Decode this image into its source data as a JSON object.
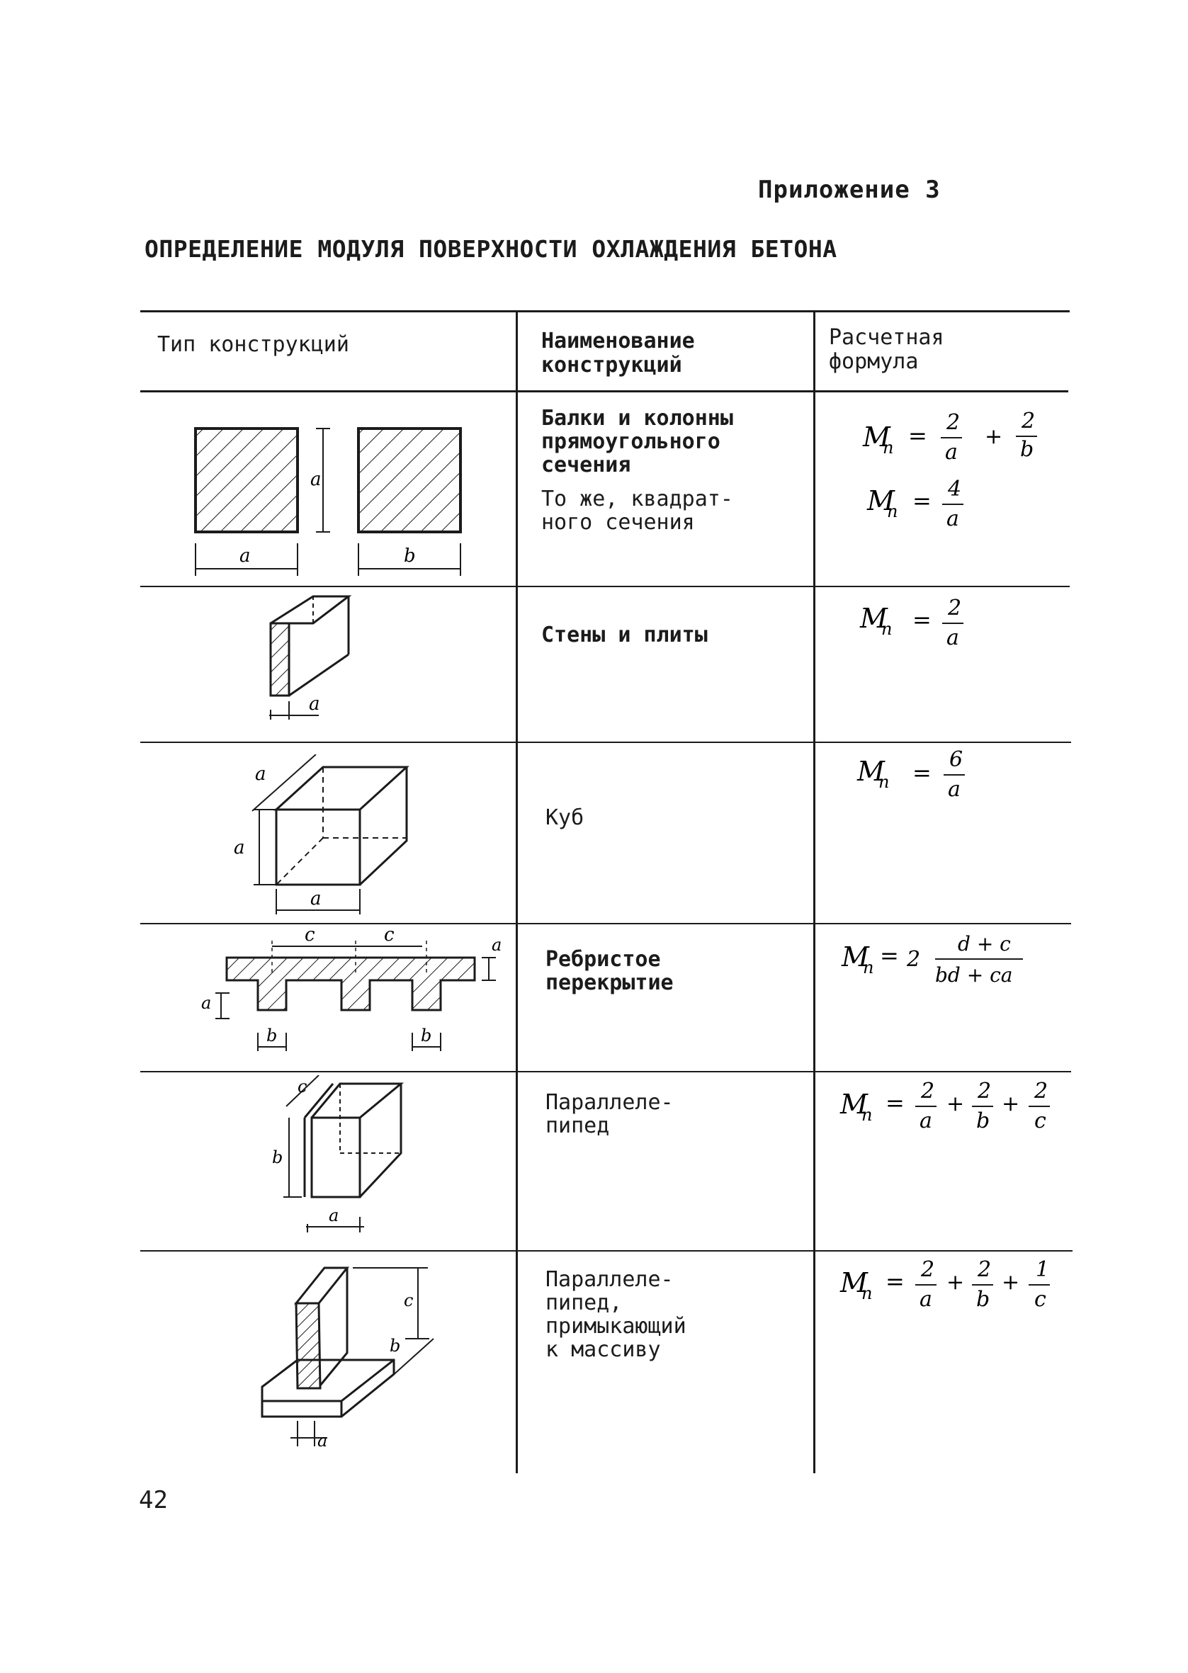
{
  "header": {
    "appendix": "Приложение 3",
    "title": "ОПРЕДЕЛЕНИЕ МОДУЛЯ ПОВЕРХНОСТИ ОХЛАЖДЕНИЯ БЕТОНА"
  },
  "table": {
    "columns": [
      "Тип конструкций",
      "Наименование\nконструкций",
      "Расчетная\nформула"
    ],
    "rows": [
      {
        "names": [
          "Балки и колонны\nпрямоугольного\nсечения",
          "То же, квадрат-\nного сечения"
        ],
        "formulas": [
          "Mп = 2/a + 2/b",
          "Mп = 4/a"
        ]
      },
      {
        "names": [
          "Стены и плиты"
        ],
        "formulas": [
          "Mп = 2/a"
        ]
      },
      {
        "names": [
          "Куб"
        ],
        "formulas": [
          "Mп = 6/a"
        ]
      },
      {
        "names": [
          "Ребристое\nперекрытие"
        ],
        "formulas": [
          "Mп = 2 (d + c)/(bd + ca)"
        ]
      },
      {
        "names": [
          "Параллеле-\nпипед"
        ],
        "formulas": [
          "Mп = 2/a + 2/b + 2/c"
        ]
      },
      {
        "names": [
          "Параллеле-\nпипед,\nпримыкающий\nк массиву"
        ],
        "formulas": [
          "Mп = 2/a + 2/b + 1/c"
        ]
      }
    ]
  },
  "formula_parts": {
    "M": "M",
    "sub": "п",
    "eq": "=",
    "plus": "+",
    "two": "2",
    "a": "a",
    "b": "b",
    "c": "c",
    "d": "d",
    "four": "4",
    "six": "6",
    "one": "1",
    "dc": "d + c",
    "bdca": "bd + ca"
  },
  "figure_labels": {
    "a": "a",
    "b": "b",
    "c": "c"
  },
  "page_number": "42"
}
